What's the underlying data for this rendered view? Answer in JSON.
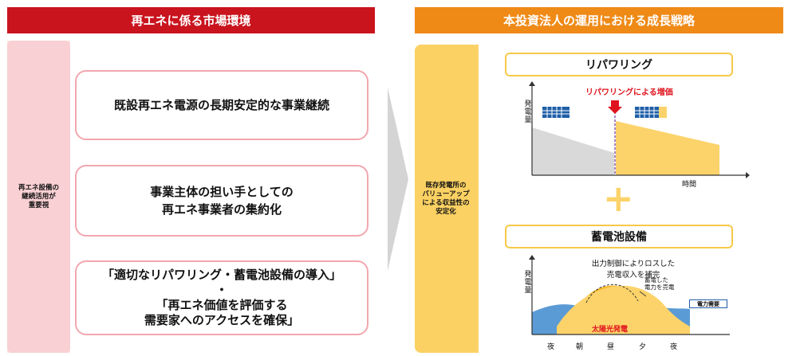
{
  "left": {
    "header": "再エネに係る市場環境",
    "side_label": [
      "再エネ設備の",
      "継続活用が",
      "重要視"
    ],
    "boxes": [
      [
        "既設再エネ電源の長期安定的な事業継続"
      ],
      [
        "事業主体の担い手としての",
        "再エネ事業者の集約化"
      ],
      [
        "「適切なリパワリング・蓄電池設備の導入」",
        "・",
        "「再エネ価値を評価する",
        "需要家へのアクセスを確保」"
      ]
    ]
  },
  "right": {
    "header": "本投資法人の運用における成長戦略",
    "side_label": [
      "既存発電所の",
      "バリューアップ",
      "による収益性の",
      "安定化"
    ],
    "repowering": {
      "title": "リパワリング",
      "annotation": "リパワリングによる増価",
      "y_axis": "発電量",
      "x_axis": "時間"
    },
    "plus": "+",
    "battery": {
      "title": "蓄電池設備",
      "caption_line1": "出力制御によりロスした",
      "caption_line2": "売電収入を補完",
      "note_line1": "蓄電した",
      "note_line2": "電力を売電",
      "legend_box": "電力需要",
      "solar_label": "太陽光発電",
      "y_axis": "発電量",
      "x_ticks": [
        "夜",
        "朝",
        "昼",
        "夕",
        "夜"
      ]
    }
  },
  "colors": {
    "red": "#c9141e",
    "orange": "#ef8a17",
    "yellow": "#fcd36a",
    "pink": "#fde4e4",
    "blue": "#5b9bd5"
  }
}
